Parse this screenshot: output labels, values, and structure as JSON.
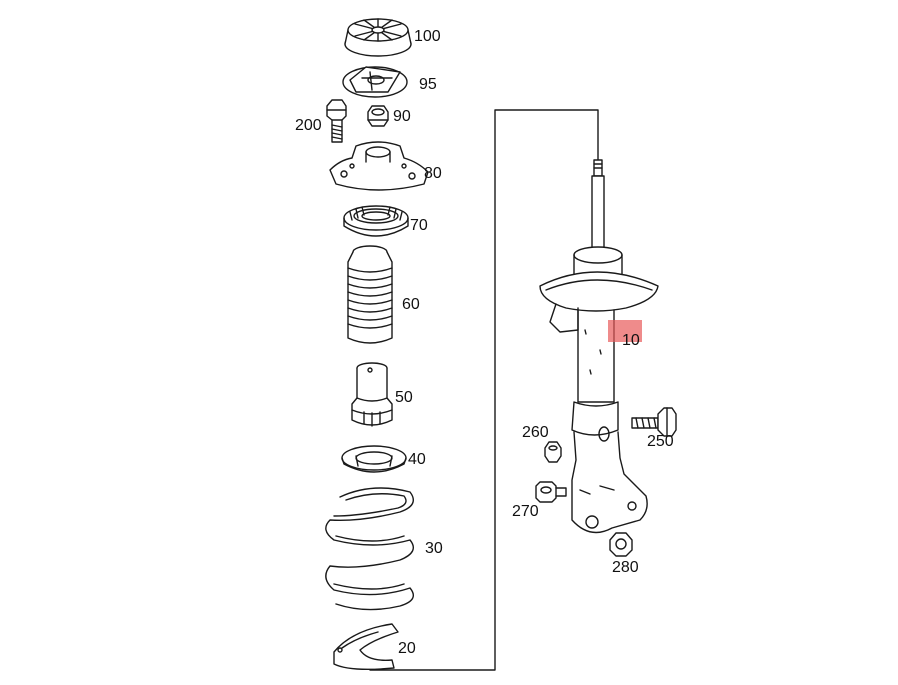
{
  "diagram": {
    "highlight_color": "#e85a5a",
    "parts": [
      {
        "id": "100",
        "label": "100",
        "name": "top mount cap"
      },
      {
        "id": "95",
        "label": "95",
        "name": "mount plate"
      },
      {
        "id": "90",
        "label": "90",
        "name": "nut"
      },
      {
        "id": "200",
        "label": "200",
        "name": "bolt"
      },
      {
        "id": "80",
        "label": "80",
        "name": "strut mount"
      },
      {
        "id": "70",
        "label": "70",
        "name": "bearing"
      },
      {
        "id": "60",
        "label": "60",
        "name": "dust boot"
      },
      {
        "id": "50",
        "label": "50",
        "name": "bump stop"
      },
      {
        "id": "40",
        "label": "40",
        "name": "spring seat"
      },
      {
        "id": "30",
        "label": "30",
        "name": "coil spring"
      },
      {
        "id": "20",
        "label": "20",
        "name": "spring pad"
      },
      {
        "id": "10",
        "label": "10",
        "name": "shock absorber strut",
        "highlighted": true
      },
      {
        "id": "260",
        "label": "260",
        "name": "nut"
      },
      {
        "id": "250",
        "label": "250",
        "name": "bolt"
      },
      {
        "id": "270",
        "label": "270",
        "name": "bolt"
      },
      {
        "id": "280",
        "label": "280",
        "name": "nut"
      }
    ]
  }
}
